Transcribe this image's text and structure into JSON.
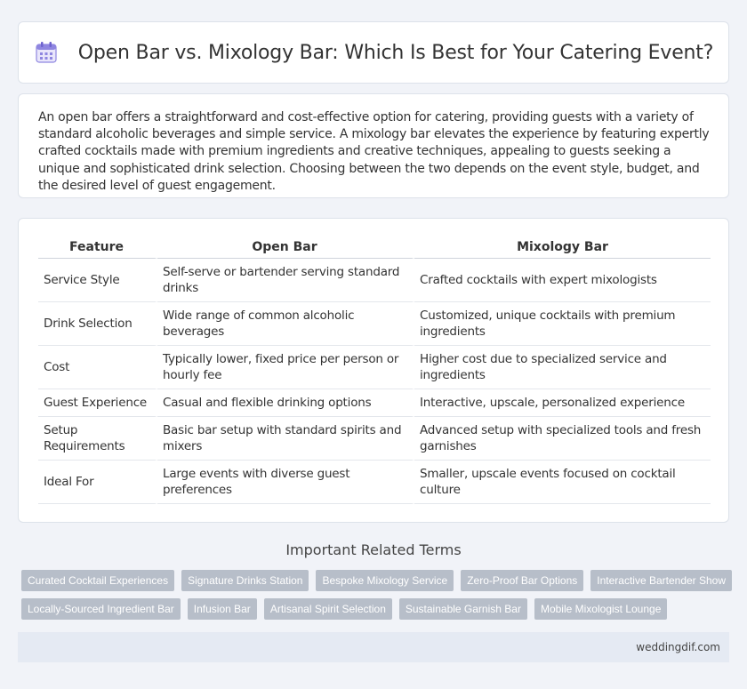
{
  "header": {
    "title": "Open Bar vs. Mixology Bar: Which Is Best for Your Catering Event?",
    "icon": "calendar-icon"
  },
  "intro": {
    "text": "An open bar offers a straightforward and cost-effective option for catering, providing guests with a variety of standard alcoholic beverages and simple service. A mixology bar elevates the experience by featuring expertly crafted cocktails made with premium ingredients and creative techniques, appealing to guests seeking a unique and sophisticated drink selection. Choosing between the two depends on the event style, budget, and the desired level of guest engagement."
  },
  "table": {
    "headers": [
      "Feature",
      "Open Bar",
      "Mixology Bar"
    ],
    "rows": [
      [
        "Service Style",
        "Self-serve or bartender serving standard drinks",
        "Crafted cocktails with expert mixologists"
      ],
      [
        "Drink Selection",
        "Wide range of common alcoholic beverages",
        "Customized, unique cocktails with premium ingredients"
      ],
      [
        "Cost",
        "Typically lower, fixed price per person or hourly fee",
        "Higher cost due to specialized service and ingredients"
      ],
      [
        "Guest Experience",
        "Casual and flexible drinking options",
        "Interactive, upscale, personalized experience"
      ],
      [
        "Setup Requirements",
        "Basic bar setup with standard spirits and mixers",
        "Advanced setup with specialized tools and fresh garnishes"
      ],
      [
        "Ideal For",
        "Large events with diverse guest preferences",
        "Smaller, upscale events focused on cocktail culture"
      ]
    ]
  },
  "related": {
    "title": "Important Related Terms",
    "row1": [
      "Curated Cocktail Experiences",
      "Signature Drinks Station",
      "Bespoke Mixology Service",
      "Zero-Proof Bar Options",
      "Interactive Bartender Show"
    ],
    "row2": [
      "Locally-Sourced Ingredient Bar",
      "Infusion Bar",
      "Artisanal Spirit Selection",
      "Sustainable Garnish Bar",
      "Mobile Mixologist Lounge"
    ]
  },
  "footer": {
    "site": "weddingdif.com"
  },
  "colors": {
    "accent": "#7b6fd6",
    "tag_bg": "#b7bec9",
    "footer_bg": "#e5eaf3"
  }
}
